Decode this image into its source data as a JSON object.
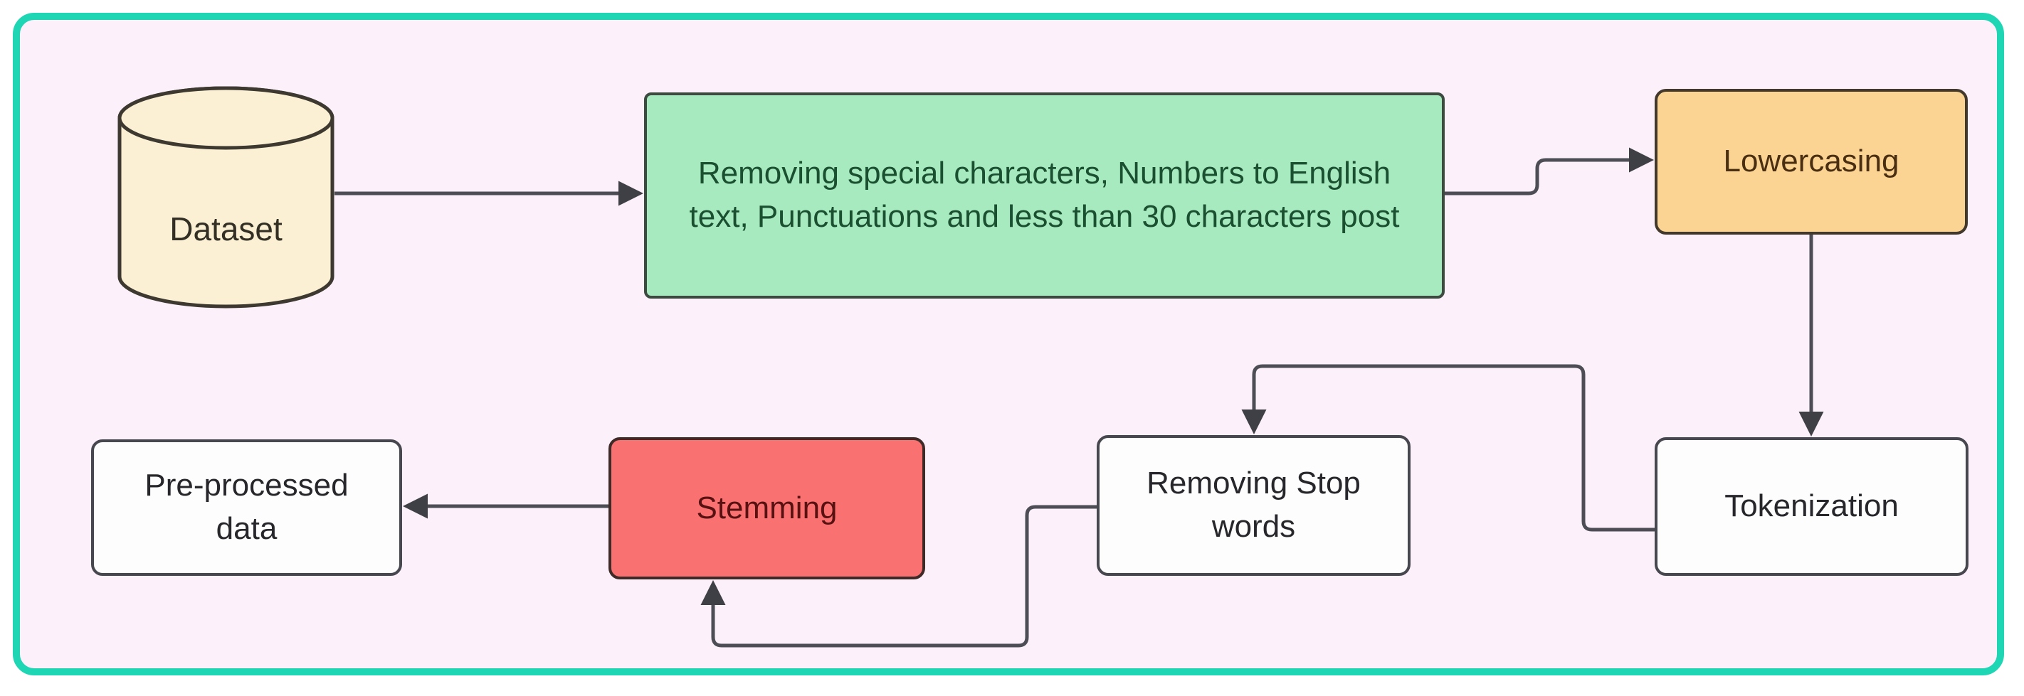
{
  "diagram": {
    "description": "Text pre-processing pipeline flowchart",
    "colors": {
      "frame_border": "#1ed6b4",
      "canvas_background": "#fcf0fa",
      "connector": "#4d4d55",
      "cylinder_fill": "#fbf0d3",
      "cleaning_fill": "#a8eac0",
      "lowercasing_fill": "#fbd493",
      "stemming_fill": "#f97171",
      "plain_box_fill": "#fdfdfd"
    },
    "nodes": {
      "dataset": {
        "label": "Dataset",
        "shape": "cylinder"
      },
      "cleaning": {
        "label": "Removing special characters, Numbers to English text, Punctuations and less than 30 characters post",
        "shape": "rectangle"
      },
      "lowercasing": {
        "label": "Lowercasing",
        "shape": "rounded-rectangle"
      },
      "tokenization": {
        "label": "Tokenization",
        "shape": "rounded-rectangle"
      },
      "stopwords": {
        "label": "Removing Stop words",
        "shape": "rounded-rectangle"
      },
      "stemming": {
        "label": "Stemming",
        "shape": "rounded-rectangle"
      },
      "preprocessed": {
        "label": "Pre-processed data",
        "shape": "rounded-rectangle"
      }
    },
    "edges": [
      {
        "from": "dataset",
        "to": "cleaning"
      },
      {
        "from": "cleaning",
        "to": "lowercasing"
      },
      {
        "from": "lowercasing",
        "to": "tokenization"
      },
      {
        "from": "tokenization",
        "to": "stopwords"
      },
      {
        "from": "stopwords",
        "to": "stemming"
      },
      {
        "from": "stemming",
        "to": "preprocessed"
      }
    ]
  }
}
